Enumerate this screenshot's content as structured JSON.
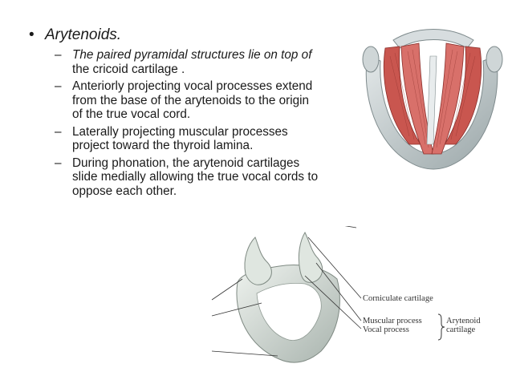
{
  "bullet": {
    "marker": "•",
    "title": "Arytenoids."
  },
  "subbullets": [
    {
      "dash": "–",
      "italic": "The paired pyramidal structures lie on top of",
      "rest": " the cricoid cartilage ."
    },
    {
      "dash": "–",
      "italic": "",
      "rest": "Anteriorly projecting vocal processes extend from the base of the arytenoids to the origin of the true vocal cord."
    },
    {
      "dash": "–",
      "italic": "",
      "rest": "Laterally projecting muscular processes project toward the thyroid lamina."
    },
    {
      "dash": "–",
      "italic": "",
      "rest": "During phonation, the arytenoid cartilages slide medially allowing the true vocal cords to oppose each other."
    }
  ],
  "figure_labels": {
    "corniculate": "Corniculate cartilage",
    "muscular": "Muscular process",
    "vocal": "Vocal process",
    "arytenoid_line1": "Arytenoid",
    "arytenoid_line2": "cartilage"
  },
  "colors": {
    "muscle": "#c9564f",
    "cartilage": "#c9d0d1",
    "text": "#1a1a1a"
  }
}
